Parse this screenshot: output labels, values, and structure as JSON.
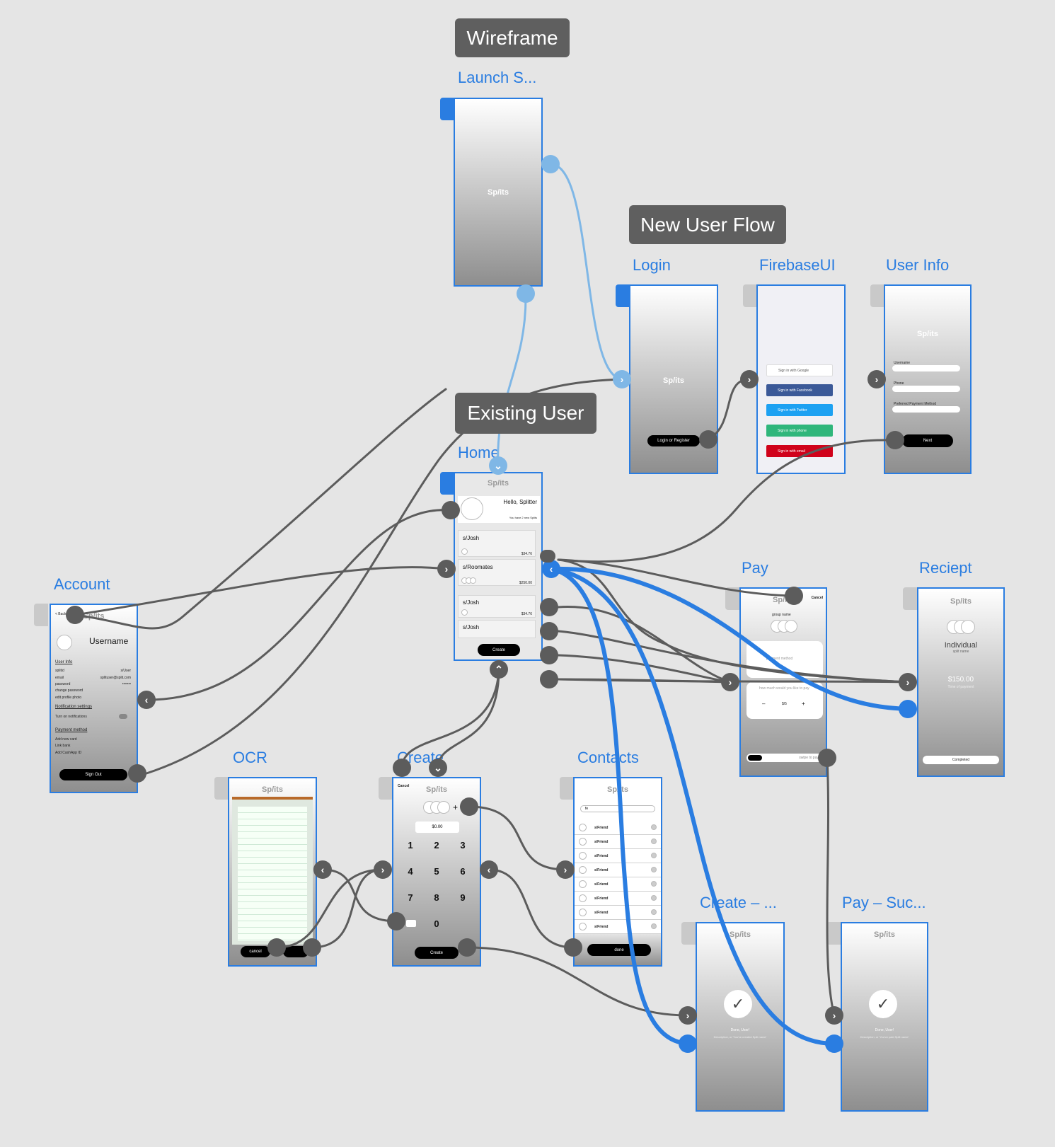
{
  "sections": {
    "wireframe": "Wireframe",
    "new_user_flow": "New User Flow",
    "existing_user": "Existing User"
  },
  "scenes": {
    "launch": {
      "title": "Launch S...",
      "brand": "Sp/its"
    },
    "login": {
      "title": "Login",
      "brand": "Sp/its",
      "button": "Login or Register"
    },
    "firebase": {
      "title": "FirebaseUI",
      "providers": [
        {
          "label": "Sign in with Google",
          "color": "#ffffff"
        },
        {
          "label": "Sign in with Facebook",
          "color": "#3b5998"
        },
        {
          "label": "Sign in with Twitter",
          "color": "#1da1f2"
        },
        {
          "label": "Sign in with phone",
          "color": "#2fb67c"
        },
        {
          "label": "Sign in with email",
          "color": "#d0021b"
        }
      ]
    },
    "user_info": {
      "title": "User Info",
      "brand": "Sp/its",
      "fields": [
        "Username",
        "Phone",
        "Preferred Payment Method"
      ],
      "button": "Next"
    },
    "home": {
      "title": "Home",
      "brand": "Sp/its",
      "greeting": "Hello, Splitter",
      "sub": "You have 2 new Splits",
      "cards": [
        {
          "name": "s/Josh",
          "amount": "$34.76"
        },
        {
          "name": "s/Roomates",
          "amount": "$250.00"
        },
        {
          "name": "s/Josh",
          "amount": "$34.76"
        },
        {
          "name": "s/Josh",
          "amount": ""
        }
      ],
      "create": "Create"
    },
    "account": {
      "title": "Account",
      "back": "< Back",
      "brand": "Sp/its",
      "username": "Username",
      "user_info": "User Info",
      "rows": [
        {
          "label": "splitid",
          "value": "s/User"
        },
        {
          "label": "email",
          "value": "splituser@split.com"
        },
        {
          "label": "password",
          "value": "•••••••"
        },
        {
          "label": "change password",
          "value": ""
        },
        {
          "label": "edit profile photo",
          "value": ""
        }
      ],
      "notif_heading": "Notification settings",
      "notif_row": "Turn on notifications",
      "payment_heading": "Payment method",
      "payment_rows": [
        "Add new card",
        "Link bank",
        "Add CashApp ID"
      ],
      "signout": "Sign Out"
    },
    "pay": {
      "title": "Pay",
      "brand": "Sp/its",
      "cancel": "Cancel",
      "group": "group name",
      "payment_method": "payment method",
      "how_much": "how much would you like to pay",
      "minus": "–",
      "amount": "$/5",
      "plus": "+",
      "swipe": "swipe to pay"
    },
    "reciept": {
      "title": "Reciept",
      "brand": "Sp/its",
      "individual": "Individual",
      "split_name": "split name",
      "amount": "$150.00",
      "time": "Time of payment",
      "completed": "Completed"
    },
    "ocr": {
      "title": "OCR",
      "brand": "Sp/its",
      "cancel": "cancel"
    },
    "create": {
      "title": "Create",
      "cancel": "Cancel",
      "brand": "Sp/its",
      "amount": "$0.00",
      "keys": [
        "1",
        "2",
        "3",
        "4",
        "5",
        "6",
        "7",
        "8",
        "9",
        "0"
      ],
      "button": "Create"
    },
    "contacts": {
      "title": "Contacts",
      "brand": "Sp/its",
      "search": "fe",
      "items": [
        "s/Friend",
        "s/Friend",
        "s/Friend",
        "s/Friend",
        "s/Friend",
        "s/Friend",
        "s/Friend",
        "s/Friend"
      ],
      "done": "done"
    },
    "create_success": {
      "title": "Create – ...",
      "brand": "Sp/its",
      "done": "Done, User!",
      "sub": "Description, or 'You've created Split name'"
    },
    "pay_success": {
      "title": "Pay – Suc...",
      "brand": "Sp/its",
      "done": "Done, User!",
      "sub": "Description, or 'You've paid Split name'"
    }
  },
  "connection_colors": {
    "segue": "#5c5c5c",
    "selected": "#2a7de1",
    "launch": "#7fb7e6"
  }
}
